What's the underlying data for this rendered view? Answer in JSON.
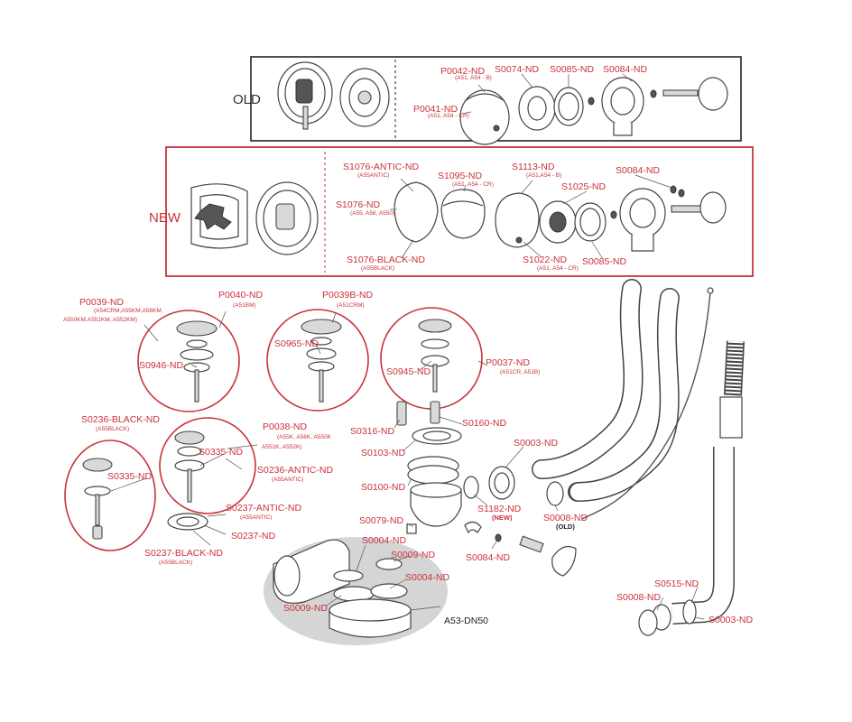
{
  "sections": {
    "old_label": "OLD",
    "new_label": "NEW"
  },
  "colors": {
    "accent": "#c8323a",
    "frame_old": "#222222",
    "frame_new": "#c8323a",
    "shade": "#d5d5d5"
  },
  "labels": [
    {
      "id": "p0042",
      "code": "P0042-ND",
      "sub": "(A51, A54 - B)"
    },
    {
      "id": "p0041",
      "code": "P0041-ND",
      "sub": "(A51, A54 - CR)"
    },
    {
      "id": "s0074",
      "code": "S0074-ND",
      "sub": ""
    },
    {
      "id": "s0085_old",
      "code": "S0085-ND",
      "sub": ""
    },
    {
      "id": "s0084_old",
      "code": "S0084-ND",
      "sub": ""
    },
    {
      "id": "s1076_antic",
      "code": "S1076-ANTIC-ND",
      "sub": "(A55ANTIC)"
    },
    {
      "id": "s1076",
      "code": "S1076-ND",
      "sub": "(A55, A56, A550)"
    },
    {
      "id": "s1076_black",
      "code": "S1076-BLACK-ND",
      "sub": "(A55BLACK)"
    },
    {
      "id": "s1095",
      "code": "S1095-ND",
      "sub": "(A51, A54 - CR)"
    },
    {
      "id": "s1113",
      "code": "S1113-ND",
      "sub": "(A51,A54 - B)"
    },
    {
      "id": "s1025",
      "code": "S1025-ND",
      "sub": ""
    },
    {
      "id": "s0084_new",
      "code": "S0084-ND",
      "sub": ""
    },
    {
      "id": "s1022",
      "code": "S1022-ND",
      "sub": "(A51, A54 - CR)"
    },
    {
      "id": "s0085_new",
      "code": "S0085-ND",
      "sub": ""
    },
    {
      "id": "p0039",
      "code": "P0039-ND",
      "sub": "(A54CRM,A55KM,A56KM,"
    },
    {
      "id": "p0040",
      "code": "P0040-ND",
      "sub": "(A51BM)"
    },
    {
      "id": "p0039b",
      "code": "P0039B-ND",
      "sub": "(A51CRM)"
    },
    {
      "id": "s0965",
      "code": "S0965-ND",
      "sub": ""
    },
    {
      "id": "s0946",
      "code": "S0946-ND",
      "sub": ""
    },
    {
      "id": "s0945",
      "code": "S0945-ND",
      "sub": ""
    },
    {
      "id": "p0037",
      "code": "P0037-ND",
      "sub": "(A51CR, A51B)"
    },
    {
      "id": "s0236_black",
      "code": "S0236-BLACK-ND",
      "sub": "(A55BLACK)"
    },
    {
      "id": "p0038",
      "code": "P0038-ND",
      "sub": "(A55K, A56K, A550K"
    },
    {
      "id": "s0335_a",
      "code": "S0335-ND",
      "sub": ""
    },
    {
      "id": "s0335_b",
      "code": "S0335-ND",
      "sub": ""
    },
    {
      "id": "s0236_antic",
      "code": "S0236-ANTIC-ND",
      "sub": "(A55ANTIC)"
    },
    {
      "id": "s0237_antic",
      "code": "S0237-ANTIC-ND",
      "sub": "(A55ANTIC)"
    },
    {
      "id": "s0237",
      "code": "S0237-ND",
      "sub": ""
    },
    {
      "id": "s0237_black",
      "code": "S0237-BLACK-ND",
      "sub": "(A55BLACK)"
    },
    {
      "id": "s0316",
      "code": "S0316-ND",
      "sub": ""
    },
    {
      "id": "s0160",
      "code": "S0160-ND",
      "sub": ""
    },
    {
      "id": "s0103",
      "code": "S0103-ND",
      "sub": ""
    },
    {
      "id": "s0100",
      "code": "S0100-ND",
      "sub": ""
    },
    {
      "id": "s0003_a",
      "code": "S0003-ND",
      "sub": ""
    },
    {
      "id": "s1182",
      "code": "S1182-ND",
      "sub": "(NEW)"
    },
    {
      "id": "s0008_a",
      "code": "S0008-ND",
      "sub": "(OLD)"
    },
    {
      "id": "s0079",
      "code": "S0079-ND",
      "sub": ""
    },
    {
      "id": "s0084_bot",
      "code": "S0084-ND",
      "sub": ""
    },
    {
      "id": "s0004_a",
      "code": "S0004-ND",
      "sub": ""
    },
    {
      "id": "s0009_a",
      "code": "S0009-ND",
      "sub": ""
    },
    {
      "id": "s0004_b",
      "code": "S0004-ND",
      "sub": ""
    },
    {
      "id": "s0009_b",
      "code": "S0009-ND",
      "sub": ""
    },
    {
      "id": "a53",
      "code": "A53-DN50",
      "sub": ""
    },
    {
      "id": "s0515",
      "code": "S0515-ND",
      "sub": ""
    },
    {
      "id": "s0008_b",
      "code": "S0008-ND",
      "sub": ""
    },
    {
      "id": "s0003_b",
      "code": "S0003-ND",
      "sub": ""
    }
  ],
  "extra_sub": {
    "p0039_line2": "A550KM,A551KM, A552KM)",
    "p0038_line2": "A551K, A552K)"
  }
}
